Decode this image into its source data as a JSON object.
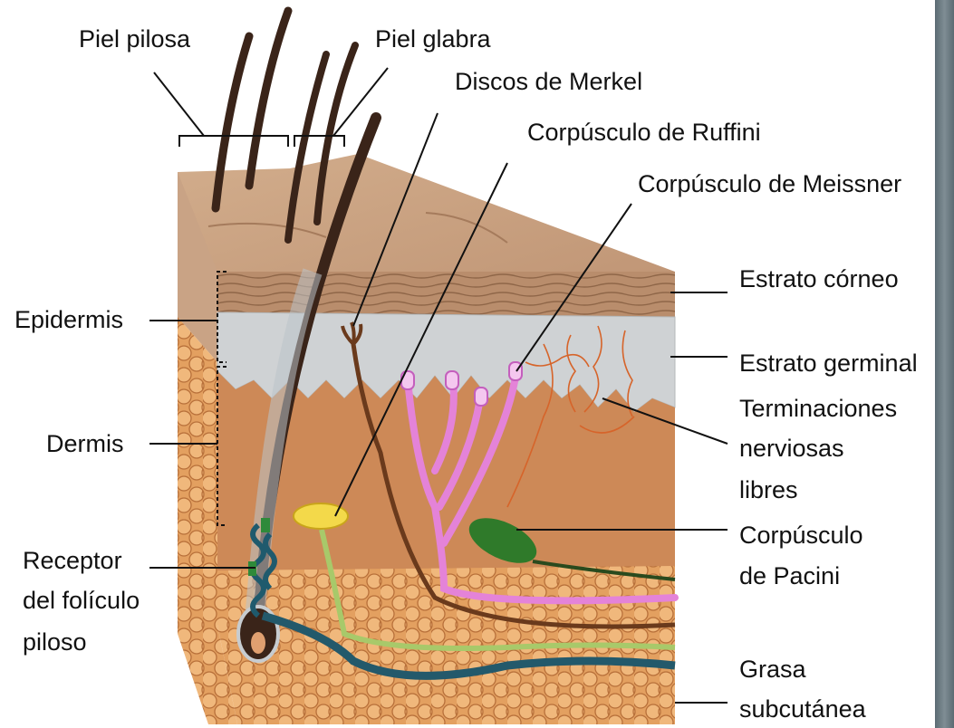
{
  "labels": {
    "piel_pilosa": "Piel pilosa",
    "piel_glabra": "Piel glabra",
    "discos_merkel": "Discos de Merkel",
    "ruffini": "Corpúsculo de Ruffini",
    "meissner": "Corpúsculo de Meissner",
    "estrato_corneo": "Estrato córneo",
    "estrato_germinal": "Estrato germinal",
    "terminaciones": [
      "Terminaciones",
      "nerviosas",
      "libres"
    ],
    "pacini": [
      "Corpúsculo",
      "de Pacini"
    ],
    "grasa": [
      "Grasa",
      "subcutánea"
    ],
    "epidermis": "Epidermis",
    "dermis": "Dermis",
    "receptor": [
      "Receptor",
      "del folículo",
      "piloso"
    ]
  },
  "colors": {
    "top_skin": "#c49a78",
    "corneum": "#b58a6a",
    "germinal": "#cdd0d2",
    "dermis": "#cf8a58",
    "fat": "#e8a86a",
    "hair": "#3a2419",
    "meissner_nerve": "#e483d8",
    "ruffini_nerve": "#a8c96a",
    "pacini": "#2f7a2a",
    "vessel": "#23596b",
    "side_strip": "#5b6b73"
  }
}
